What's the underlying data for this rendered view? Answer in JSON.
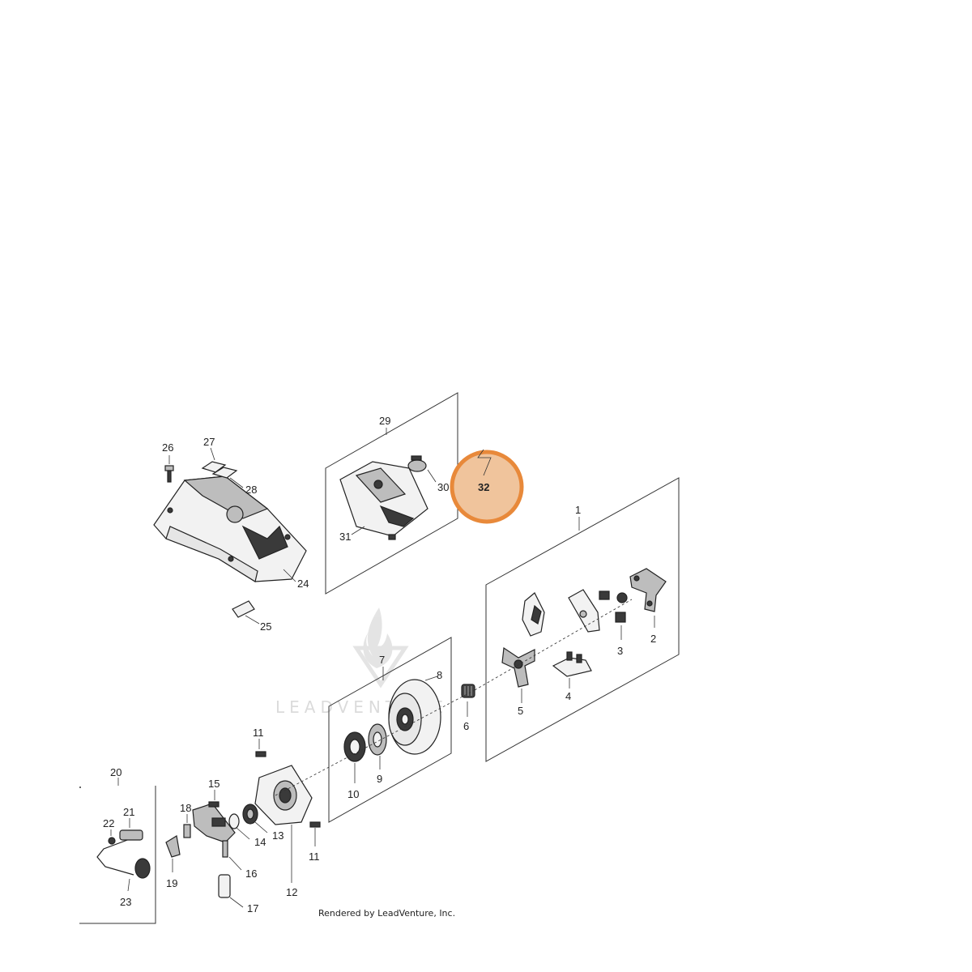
{
  "diagram": {
    "highlight": {
      "label": "32",
      "color": "#e8893a",
      "fill": "#f0c49c"
    },
    "callouts": {
      "c1": "1",
      "c2": "2",
      "c3": "3",
      "c4": "4",
      "c5": "5",
      "c6": "6",
      "c7": "7",
      "c8": "8",
      "c9": "9",
      "c10": "10",
      "c11a": "11",
      "c11b": "11",
      "c12": "12",
      "c13": "13",
      "c14": "14",
      "c15": "15",
      "c16": "16",
      "c17": "17",
      "c18": "18",
      "c19": "19",
      "c20": "20",
      "c21": "21",
      "c22": "22",
      "c23": "23",
      "c24": "24",
      "c25": "25",
      "c26": "26",
      "c27": "27",
      "c28": "28",
      "c29": "29",
      "c30": "30",
      "c31": "31"
    },
    "watermark_text": "LEADVENTURE",
    "credit": "Rendered by LeadVenture, Inc."
  }
}
